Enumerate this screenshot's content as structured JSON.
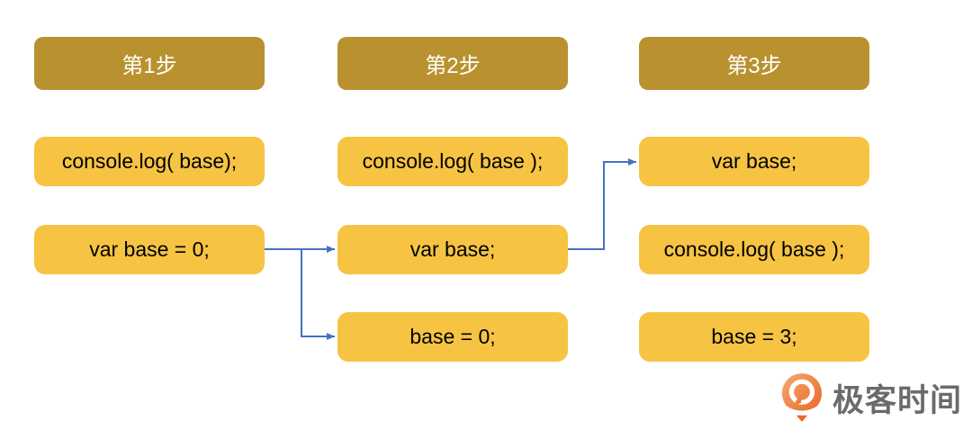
{
  "canvas": {
    "background": "#FFFFFF"
  },
  "colors": {
    "header_bg": "#B9922F",
    "box_bg": "#F6C343",
    "header_text": "#FFFFFF",
    "box_text": "#000000",
    "arrow": "#4472C4",
    "logo_text_color": "#6B6B6B",
    "logo_orange_light": "#F6A96E",
    "logo_orange_dark": "#E8682A"
  },
  "columns": [
    {
      "header": "第1步",
      "boxes": [
        "console.log( base);",
        "var base = 0;"
      ]
    },
    {
      "header": "第2步",
      "boxes": [
        "console.log( base );",
        "var base;",
        "base = 0;"
      ]
    },
    {
      "header": "第3步",
      "boxes": [
        "var base;",
        "console.log( base );",
        "base = 3;"
      ]
    }
  ],
  "logo": {
    "text": "极客时间",
    "icon": "geektime-q-pin-icon"
  }
}
